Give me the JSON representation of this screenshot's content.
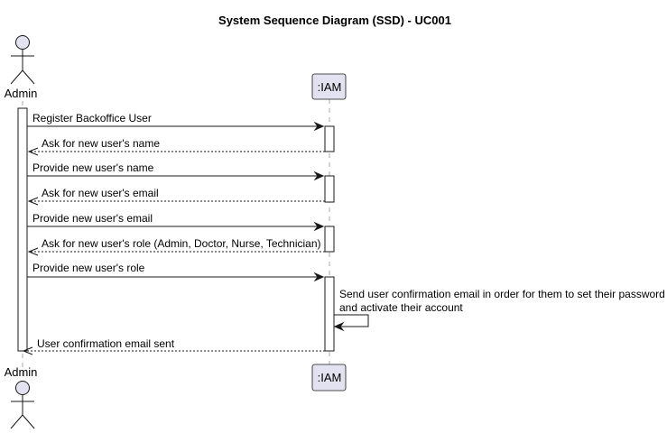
{
  "diagram": {
    "title": "System Sequence Diagram (SSD) - UC001",
    "actor": {
      "name": "Admin"
    },
    "participant": {
      "name": ":IAM"
    },
    "messages": [
      {
        "text": "Register Backoffice User",
        "kind": "request"
      },
      {
        "text": "Ask for new user's name",
        "kind": "reply"
      },
      {
        "text": "Provide new user's name",
        "kind": "request"
      },
      {
        "text": "Ask for new user's email",
        "kind": "reply"
      },
      {
        "text": "Provide new user's email",
        "kind": "request"
      },
      {
        "text": "Ask for new user's role (Admin, Doctor, Nurse, Technician)",
        "kind": "reply"
      },
      {
        "text": "Provide new user's role",
        "kind": "request"
      },
      {
        "text_line1": "Send user confirmation email in order for them to set their password",
        "text_line2": "and activate their account",
        "kind": "self"
      },
      {
        "text": "User confirmation email sent",
        "kind": "reply"
      }
    ]
  }
}
